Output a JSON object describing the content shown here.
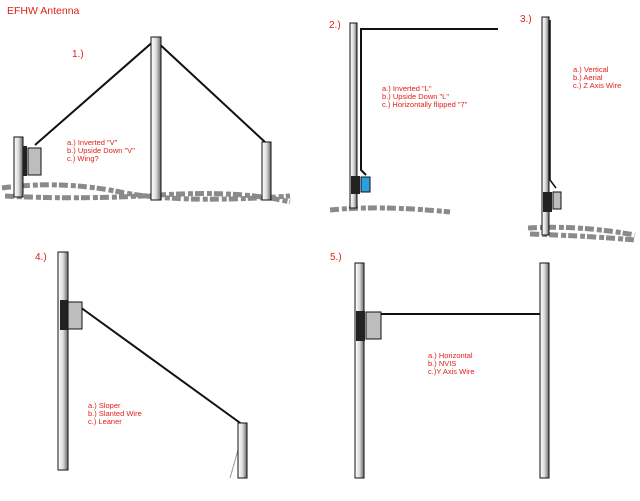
{
  "title": "EFHW Antenna",
  "colors": {
    "label": "#e0201c",
    "wire": "#111111",
    "ground": "#8a8a8a",
    "tuner_blue": "#2aa0e0",
    "tuner_grey": "#bdbdbd"
  },
  "diagrams": [
    {
      "number": "1.)",
      "names": [
        "a.) Inverted \"V\"",
        "b.) Upside Down \"V\"",
        "c.) Wing?"
      ]
    },
    {
      "number": "2.)",
      "names": [
        "a.) Inverted \"L\"",
        "b.) Upside Down \"L\"",
        "c.) Horizontally flipped \"7\""
      ]
    },
    {
      "number": "3.)",
      "names": [
        "a.) Vertical",
        "b.) Aerial",
        "c.) Z Axis Wire"
      ]
    },
    {
      "number": "4.)",
      "names": [
        "a.) Sloper",
        "b.) Slanted Wire",
        "c.) Leaner"
      ]
    },
    {
      "number": "5.)",
      "names": [
        "a.) Horizontal",
        "b.)  NVIS",
        "c.)Y Axis Wire"
      ]
    }
  ]
}
